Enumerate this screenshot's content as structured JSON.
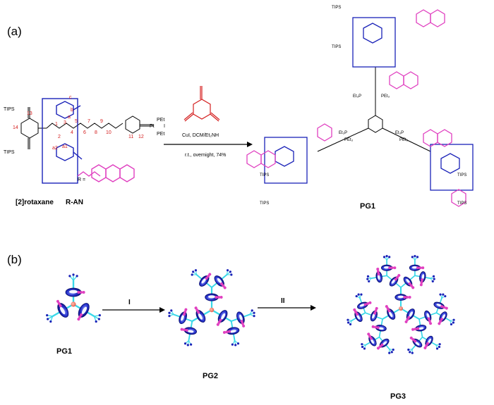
{
  "panel_a": {
    "label": "(a)",
    "reactant": {
      "name_prefix": "[2]rotaxane",
      "name_suffix": "R-AN",
      "tips_top": "TIPS",
      "tips_bottom": "TIPS",
      "pet3_top": "PEt",
      "pet3_bottom": "PEt",
      "pt": "Pt",
      "i": "I",
      "r_eq": "R =",
      "nums": [
        "1",
        "2",
        "3",
        "4",
        "5",
        "6",
        "7",
        "8",
        "9",
        "10",
        "11",
        "12",
        "13",
        "14"
      ],
      "letters": [
        "a",
        "b",
        "c",
        "a1",
        "a2"
      ]
    },
    "conditions": {
      "line1": "CuI, DCM/Et₂NH",
      "line2": "r.t., overnight, 74%"
    },
    "product": {
      "name": "PG1",
      "tips_labels": [
        "TIPS",
        "TIPS",
        "TIPS",
        "TIPS",
        "TIPS",
        "TIPS"
      ],
      "et3p": [
        "Et₃P",
        "PEt₃",
        "Et₃P",
        "PEt₃",
        "Et₃P",
        "PEt₃"
      ]
    }
  },
  "panel_b": {
    "label": "(b)",
    "step1": "I",
    "step2": "II",
    "products": [
      "PG1",
      "PG2",
      "PG3"
    ]
  },
  "colors": {
    "ring": "#1a22b8",
    "ring_light": "#6f7cff",
    "rod": "#39d8e8",
    "anthracene": "#e040c0",
    "core": "#f08070",
    "label_red": "#d42020"
  }
}
